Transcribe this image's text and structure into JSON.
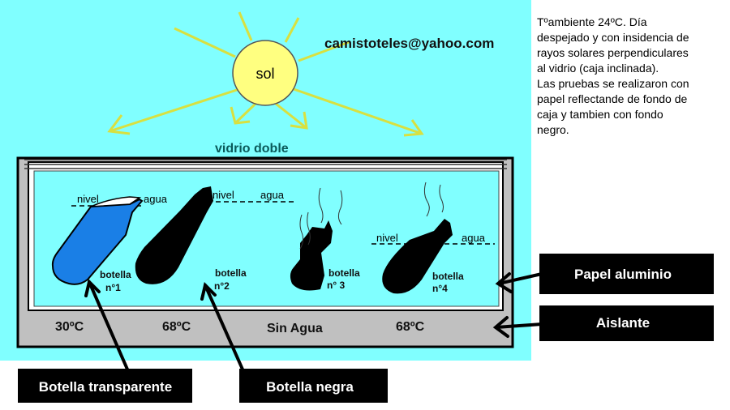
{
  "colors": {
    "sky": "#80ffff",
    "sun": "#ffff80",
    "insulation": "#c0c0c0",
    "bottle_clear": "#1a7fe6",
    "bottle_black": "#000000"
  },
  "sun_label": "sol",
  "email": "camistoteles@yahoo.com",
  "glass_label": "vidrio doble",
  "note_lines": [
    "Tºambiente 24ºC. Día",
    "despejado y con insidencia de",
    "rayos solares perpendiculares",
    "al vidrio (caja inclinada).",
    "Las pruebas se realizaron con",
    "papel reflectande de fondo de",
    "caja y tambien con fondo",
    "negro."
  ],
  "level_words": {
    "nivel": "nivel",
    "agua": "agua"
  },
  "bottles": [
    {
      "label": "botella",
      "number": "n°1",
      "temp": "30ºC"
    },
    {
      "label": "botella",
      "number": "n°2",
      "temp": "68ºC"
    },
    {
      "label": "botella",
      "number": "n° 3",
      "temp": "Sin Agua"
    },
    {
      "label": "botella",
      "number": "n°4",
      "temp": "68ºC"
    }
  ],
  "callouts": {
    "aluminum": "Papel aluminio",
    "insulation": "Aislante",
    "clear_bottle": "Botella transparente",
    "black_bottle": "Botella negra"
  }
}
